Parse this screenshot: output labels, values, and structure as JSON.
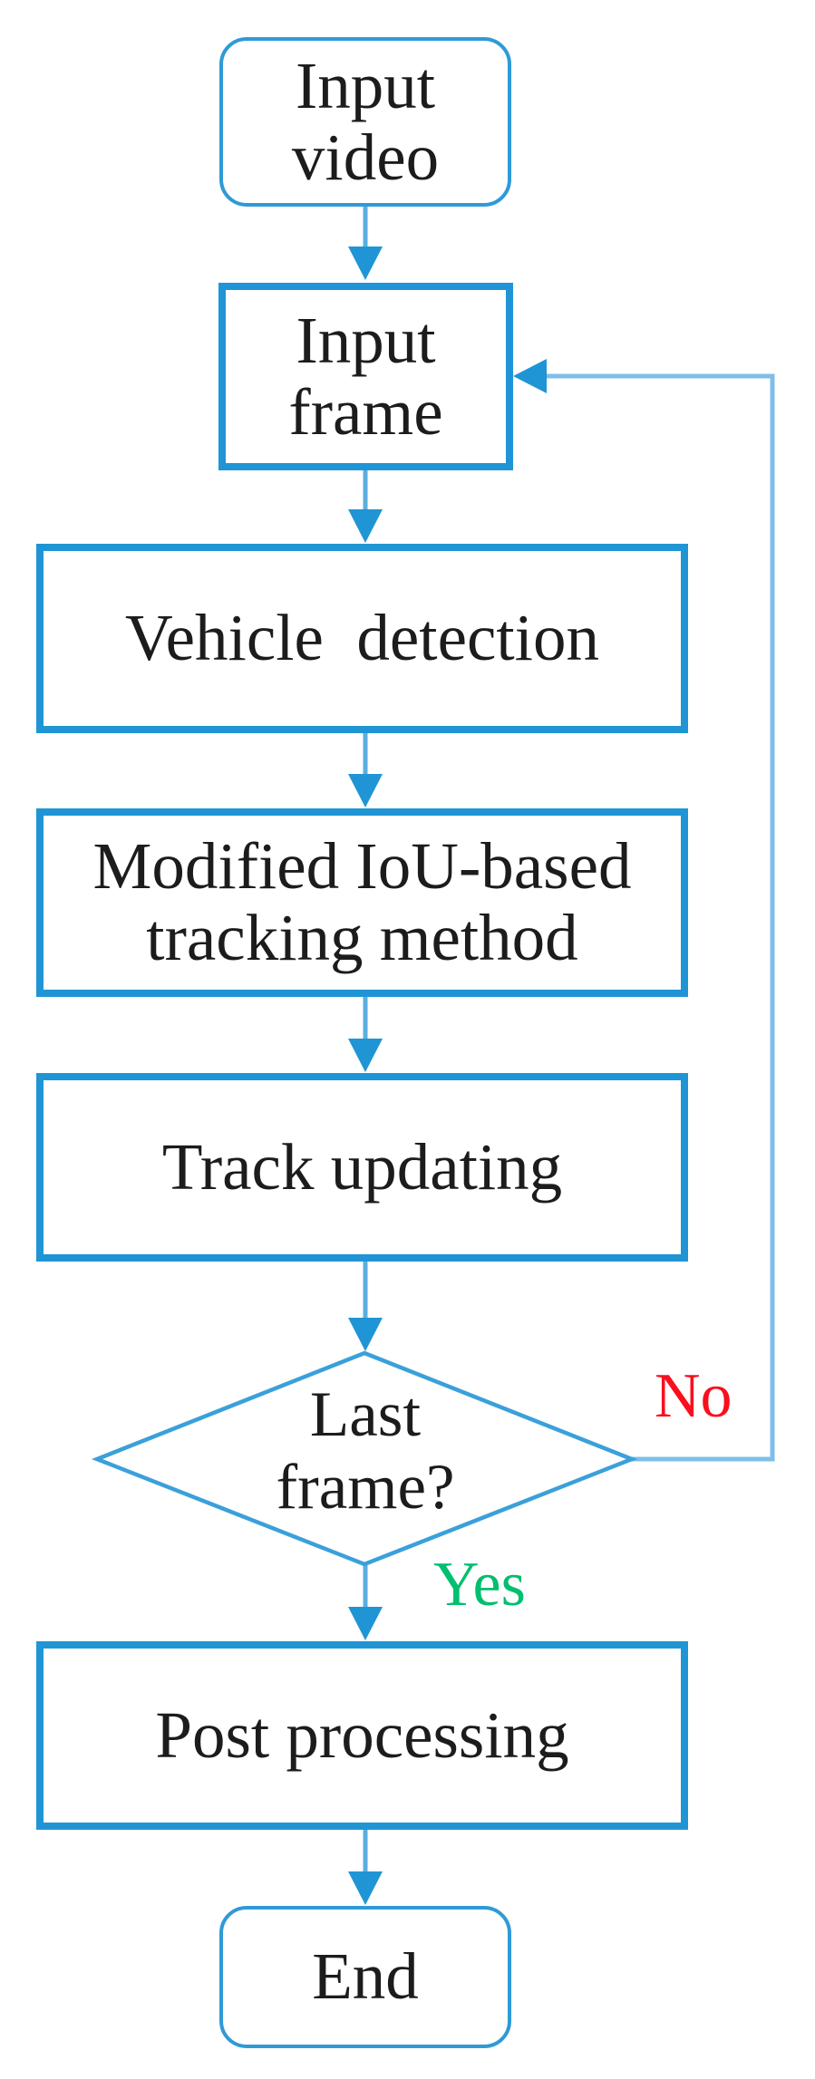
{
  "diagram": {
    "type": "flowchart",
    "description": "Vehicle tracking pipeline flowchart"
  },
  "nodes": {
    "input_video": {
      "type": "terminator",
      "label": "Input\nvideo"
    },
    "input_frame": {
      "type": "process",
      "label": "Input\nframe"
    },
    "vehicle_detection": {
      "type": "process",
      "label": "Vehicle  detection"
    },
    "modified_iou": {
      "type": "process",
      "label": "Modified IoU-based\ntracking method"
    },
    "track_updating": {
      "type": "process",
      "label": "Track updating"
    },
    "last_frame_decision": {
      "type": "decision",
      "label": "Last\nframe?"
    },
    "post_processing": {
      "type": "process",
      "label": "Post processing"
    },
    "end": {
      "type": "terminator",
      "label": "End"
    }
  },
  "branch_labels": {
    "no": "No",
    "yes": "Yes"
  },
  "edges": [
    {
      "from": "input_video",
      "to": "input_frame"
    },
    {
      "from": "input_frame",
      "to": "vehicle_detection"
    },
    {
      "from": "vehicle_detection",
      "to": "modified_iou"
    },
    {
      "from": "modified_iou",
      "to": "track_updating"
    },
    {
      "from": "track_updating",
      "to": "last_frame_decision"
    },
    {
      "from": "last_frame_decision",
      "to": "post_processing",
      "label": "Yes"
    },
    {
      "from": "last_frame_decision",
      "to": "input_frame",
      "label": "No"
    },
    {
      "from": "post_processing",
      "to": "end"
    }
  ],
  "colors": {
    "node_border_blue": "#2095d5",
    "terminator_border_blue": "#2f9ad6",
    "connector_shaft_blue": "#5aafe0",
    "arrowhead_blue": "#2095d5",
    "feedback_line_blue": "#7dbfe9",
    "no_label_red": "#fa0f1e",
    "yes_label_green": "#00bf6f",
    "text_black": "#1c1c1c"
  }
}
